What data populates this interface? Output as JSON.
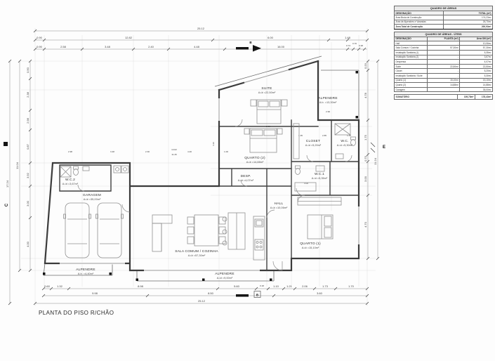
{
  "drawing_title": "PLANTA DO PISO R/CHÃO",
  "tables": {
    "areas": {
      "title": "QUADRO DE ÁREAS",
      "col_headers": [
        "DESIGNAÇÃO",
        "TOTAL (m²)"
      ],
      "rows": [
        [
          "Área Bruta de Construção",
          "174,23m²"
        ],
        [
          "Área de Alpendres e Varandas",
          "26,70m²"
        ],
        [
          "Área Total de Construção",
          "200,93m²"
        ]
      ]
    },
    "areas_uteis": {
      "title": "QUADRO DE ÁREAS - ÚTEIS",
      "col_headers": [
        "DESIGNAÇÃO",
        "PLANTA (m²)",
        "Área Útil (m²)"
      ],
      "rows": [
        [
          "Hall",
          "-",
          "10,06m²"
        ],
        [
          "Sala Comum / Cozinha",
          "57,30m²",
          "57,30m²"
        ],
        [
          "Instalação Sanitária (1)",
          "-",
          "5,35m²"
        ],
        [
          "Instalação Sanitária (2)",
          "-",
          "3,67m²"
        ],
        [
          "Despensa",
          "-",
          "4,07m²"
        ],
        [
          "Suíte",
          "22,50m²",
          "22,50m²"
        ],
        [
          "Closet",
          "-",
          "5,20m²"
        ],
        [
          "Instalação Sanitária / Suíte",
          "-",
          "5,30m²"
        ],
        [
          "Quarto (1)",
          "15,10m²",
          "15,10m²"
        ],
        [
          "Quarto (2)",
          "14,88m²",
          "14,88m²"
        ],
        [
          "Garagem",
          "-",
          "35,00m²"
        ]
      ],
      "total": [
        "SOMATÓRIO",
        "109,78m²",
        "178,43m²"
      ]
    }
  },
  "rooms": [
    {
      "name": "SUITE",
      "area": "A.út =22,50m²"
    },
    {
      "name": "ALPENDRE",
      "area": "A.b. =13,30m²"
    },
    {
      "name": "CLOSET",
      "area": "A.út =5,20m²"
    },
    {
      "name": "W.C.",
      "area": "A.út =5,30m²"
    },
    {
      "name": "QUARTO (2)",
      "area": "A.út =14,88m²"
    },
    {
      "name": "DESP.",
      "area": "A.út =4,07m²"
    },
    {
      "name": "W.C.2",
      "area": "A.út =3,67m²"
    },
    {
      "name": "GARAGEM",
      "area": "A.út =35,00m²"
    },
    {
      "name": "HALL",
      "area": "A.út =10,06m²"
    },
    {
      "name": "W.C.1",
      "area": "A.út =5,35m²"
    },
    {
      "name": "QUARTO (1)",
      "area": "A.út =15,10m²"
    },
    {
      "name": "SALA COMUM / COZINHA",
      "area": "A.út =57,30m²"
    },
    {
      "name": "ALPENDRE",
      "area": "A.b. =4,40m²"
    },
    {
      "name": "ALPENDRE",
      "area": "A.út =9,00m²"
    }
  ],
  "dims": {
    "t1": [
      "25.12"
    ],
    "t2": [
      "0.90",
      "12.82",
      "6.00",
      "1.48"
    ],
    "t3": [
      "0.90",
      "2.58",
      "3.48",
      "2.40",
      "4.48",
      "16.00",
      "0.74",
      "0.70",
      "0.28"
    ],
    "b1": [
      "0.60",
      "1.32",
      "8.98",
      "5.60",
      "0.18",
      "1.10",
      "1.21",
      "2.06",
      "1.73",
      "1.70"
    ],
    "b2": [
      "9.98",
      "8.50",
      "3.60"
    ],
    "b3": [
      "25.12"
    ],
    "l1": [
      "0.90",
      "2.38",
      "2.98",
      "0.87",
      "3.92",
      "3.00",
      "4.00"
    ],
    "l2": [
      "11.04"
    ],
    "l3": [
      "17.24"
    ],
    "r1": [
      "0.20",
      "4.78",
      "1.75",
      "0.70",
      "3.00",
      "4.70"
    ],
    "r2": [
      "11.24"
    ],
    "inner": [
      "2.90",
      "2.99",
      "1.35",
      "2.85",
      "1.35",
      "14.02",
      "11.45",
      "2.98",
      "3.48",
      "2.30",
      "4.40",
      "1.00",
      "3.00",
      "4.10"
    ]
  },
  "markers": {
    "section_top": "B",
    "section_bottom": "B",
    "left": "C",
    "right": "E"
  }
}
